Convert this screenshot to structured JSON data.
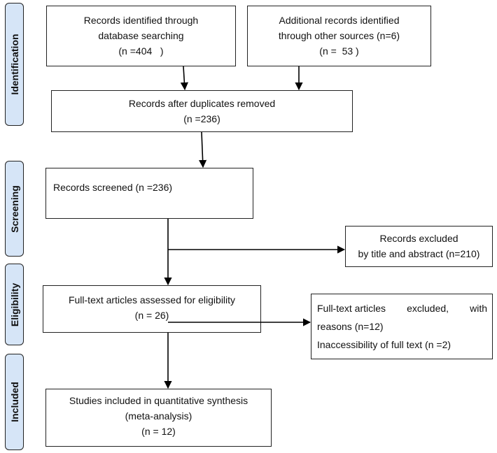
{
  "phases": {
    "identification": "Identification",
    "screening": "Screening",
    "eligibility": "Eligibility",
    "included": "Included"
  },
  "boxes": {
    "database": {
      "line1": "Records identified through",
      "line2": "database searching",
      "line3": "(n =404   )"
    },
    "other_sources": {
      "line1": "Additional records identified",
      "line2": "through other sources (n=6)",
      "line3": "(n =  53 )"
    },
    "duplicates_removed": {
      "line1": "Records after duplicates removed",
      "line2": "(n =236)"
    },
    "screened": {
      "line1": "Records screened (n =236)"
    },
    "excluded_title": {
      "line1": "Records excluded",
      "line2": "by title and abstract (n=210)"
    },
    "fulltext_assessed": {
      "line1": "Full-text articles assessed for eligibility",
      "line2": "(n = 26)"
    },
    "fulltext_excluded": {
      "line1a": "Full-text articles",
      "line1b": "excluded,",
      "line1c": "with",
      "line2": "reasons (n=12)",
      "line3": "Inaccessibility of full text (n =2)"
    },
    "included": {
      "line1": "Studies included in quantitative synthesis",
      "line2": "(meta-analysis)",
      "line3": "(n = 12)"
    }
  }
}
